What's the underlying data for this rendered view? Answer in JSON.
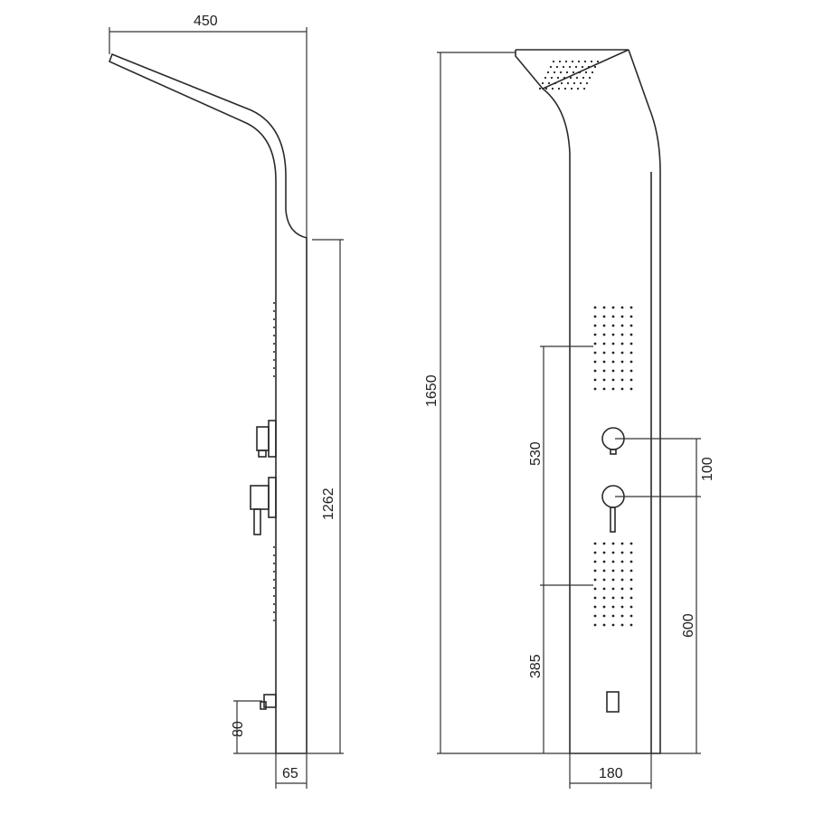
{
  "title": "Shower panel dimension drawing",
  "side_view": {
    "dims": {
      "head_projection": "450",
      "panel_height": "1262",
      "outlet_height": "80",
      "depth": "65"
    }
  },
  "front_view": {
    "dims": {
      "total_height": "1650",
      "upper_jets": "530",
      "lower_jets": "385",
      "valve_spacing": "100",
      "valve_height": "600",
      "width": "180"
    }
  }
}
